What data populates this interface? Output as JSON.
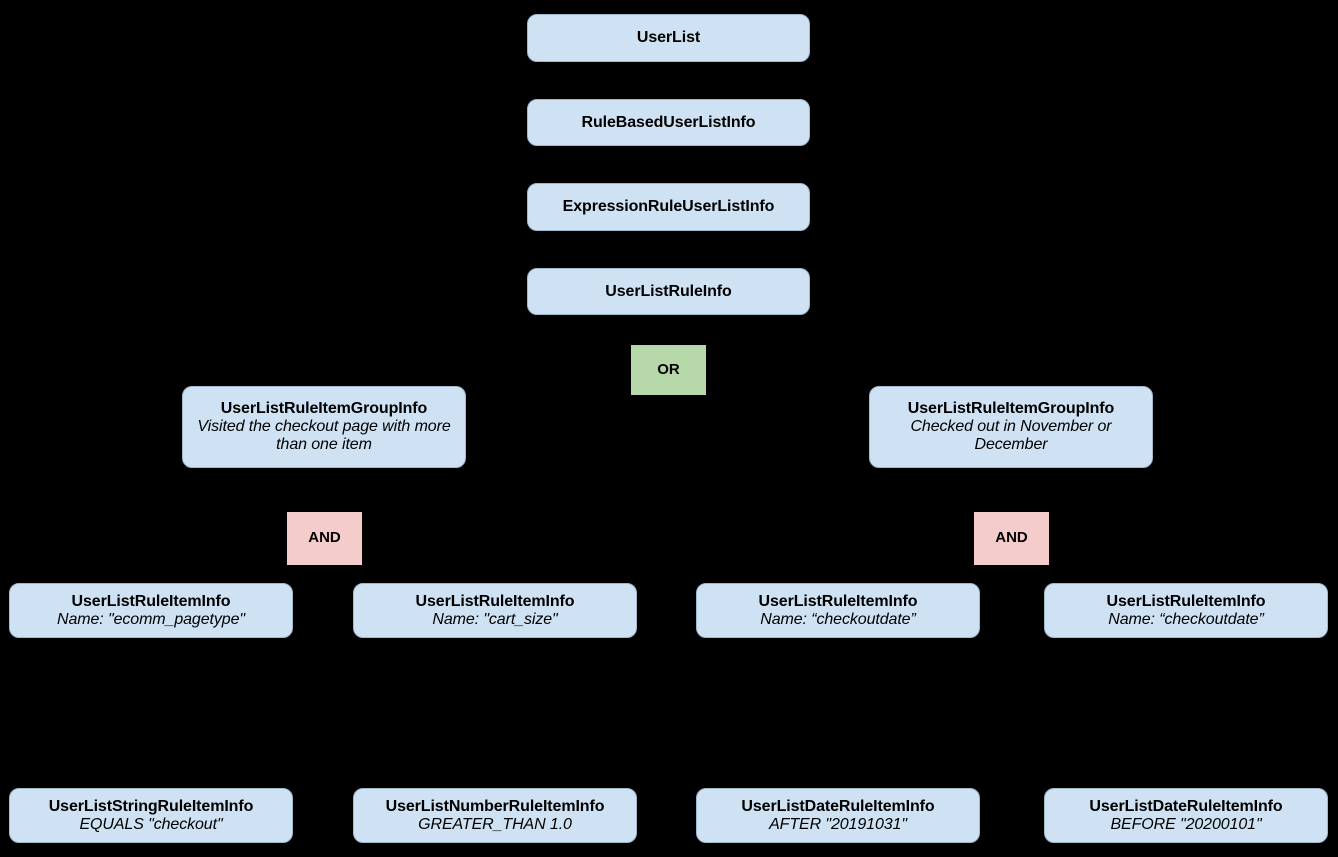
{
  "diagram": {
    "type": "hierarchy-tree",
    "background_color": "#000000",
    "entity_fill": "#cfe2f3",
    "or_fill": "#b6d7a8",
    "and_fill": "#f4cccc",
    "text_color": "#000000"
  },
  "nodes": {
    "user_list": {
      "title": "UserList"
    },
    "rule_based_user_list_info": {
      "title": "RuleBasedUserListInfo"
    },
    "expression_rule_user_list_info": {
      "title": "ExpressionRuleUserListInfo"
    },
    "user_list_rule_info": {
      "title": "UserListRuleInfo"
    },
    "or_operator": {
      "title": "OR"
    },
    "group_left": {
      "title": "UserListRuleItemGroupInfo",
      "subtitle": "Visited the checkout page with more than one item"
    },
    "group_right": {
      "title": "UserListRuleItemGroupInfo",
      "subtitle": "Checked out in November or December"
    },
    "and_left": {
      "title": "AND"
    },
    "and_right": {
      "title": "AND"
    },
    "item_1": {
      "title": "UserListRuleItemInfo",
      "subtitle": "Name: \"ecomm_pagetype\""
    },
    "item_2": {
      "title": "UserListRuleItemInfo",
      "subtitle": "Name: \"cart_size\""
    },
    "item_3": {
      "title": "UserListRuleItemInfo",
      "subtitle": "Name: “checkoutdate”"
    },
    "item_4": {
      "title": "UserListRuleItemInfo",
      "subtitle": "Name: “checkoutdate”"
    },
    "leaf_1": {
      "title": "UserListStringRuleItemInfo",
      "subtitle": "EQUALS \"checkout\""
    },
    "leaf_2": {
      "title": "UserListNumberRuleItemInfo",
      "subtitle": "GREATER_THAN 1.0"
    },
    "leaf_3": {
      "title": "UserListDateRuleItemInfo",
      "subtitle": "AFTER \"20191031\""
    },
    "leaf_4": {
      "title": "UserListDateRuleItemInfo",
      "subtitle": "BEFORE \"20200101\""
    }
  }
}
